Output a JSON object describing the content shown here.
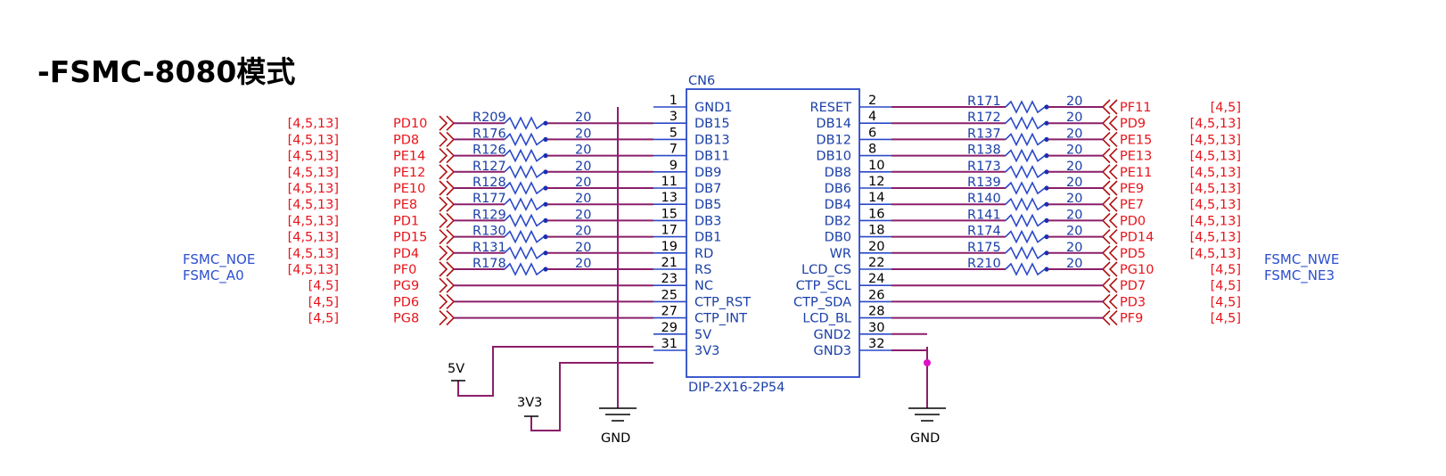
{
  "title": "-FSMC-8080模式",
  "connector": {
    "ref": "CN6",
    "footprint": "DIP-2X16-2P54",
    "left_pins": [
      {
        "num": "1",
        "name": "GND1"
      },
      {
        "num": "3",
        "name": "DB15"
      },
      {
        "num": "5",
        "name": "DB13"
      },
      {
        "num": "7",
        "name": "DB11"
      },
      {
        "num": "9",
        "name": "DB9"
      },
      {
        "num": "11",
        "name": "DB7"
      },
      {
        "num": "13",
        "name": "DB5"
      },
      {
        "num": "15",
        "name": "DB3"
      },
      {
        "num": "17",
        "name": "DB1"
      },
      {
        "num": "19",
        "name": "RD"
      },
      {
        "num": "21",
        "name": "RS"
      },
      {
        "num": "23",
        "name": "NC"
      },
      {
        "num": "25",
        "name": "CTP_RST"
      },
      {
        "num": "27",
        "name": "CTP_INT"
      },
      {
        "num": "29",
        "name": "5V"
      },
      {
        "num": "31",
        "name": "3V3"
      }
    ],
    "right_pins": [
      {
        "num": "2",
        "name": "RESET"
      },
      {
        "num": "4",
        "name": "DB14"
      },
      {
        "num": "6",
        "name": "DB12"
      },
      {
        "num": "8",
        "name": "DB10"
      },
      {
        "num": "10",
        "name": "DB8"
      },
      {
        "num": "12",
        "name": "DB6"
      },
      {
        "num": "14",
        "name": "DB4"
      },
      {
        "num": "16",
        "name": "DB2"
      },
      {
        "num": "18",
        "name": "DB0"
      },
      {
        "num": "20",
        "name": "WR"
      },
      {
        "num": "22",
        "name": "LCD_CS"
      },
      {
        "num": "24",
        "name": "CTP_SCL"
      },
      {
        "num": "26",
        "name": "CTP_SDA"
      },
      {
        "num": "28",
        "name": "LCD_BL"
      },
      {
        "num": "30",
        "name": "GND2"
      },
      {
        "num": "32",
        "name": "GND3"
      }
    ]
  },
  "left_nets": [
    {
      "net": "PD10",
      "ref": "[4,5,13]",
      "res": "R209",
      "val": "20"
    },
    {
      "net": "PD8",
      "ref": "[4,5,13]",
      "res": "R176",
      "val": "20"
    },
    {
      "net": "PE14",
      "ref": "[4,5,13]",
      "res": "R126",
      "val": "20"
    },
    {
      "net": "PE12",
      "ref": "[4,5,13]",
      "res": "R127",
      "val": "20"
    },
    {
      "net": "PE10",
      "ref": "[4,5,13]",
      "res": "R128",
      "val": "20"
    },
    {
      "net": "PE8",
      "ref": "[4,5,13]",
      "res": "R177",
      "val": "20"
    },
    {
      "net": "PD1",
      "ref": "[4,5,13]",
      "res": "R129",
      "val": "20"
    },
    {
      "net": "PD15",
      "ref": "[4,5,13]",
      "res": "R130",
      "val": "20"
    },
    {
      "net": "PD4",
      "ref": "[4,5,13]",
      "res": "R131",
      "val": "20"
    },
    {
      "net": "PF0",
      "ref": "[4,5,13]",
      "res": "R178",
      "val": "20"
    },
    {
      "net": "PG9",
      "ref": "[4,5]",
      "res": "",
      "val": ""
    },
    {
      "net": "PD6",
      "ref": "[4,5]",
      "res": "",
      "val": ""
    },
    {
      "net": "PG8",
      "ref": "[4,5]",
      "res": "",
      "val": ""
    }
  ],
  "right_nets": [
    {
      "net": "PF11",
      "ref": "[4,5]",
      "res": "R171",
      "val": "20"
    },
    {
      "net": "PD9",
      "ref": "[4,5,13]",
      "res": "R172",
      "val": "20"
    },
    {
      "net": "PE15",
      "ref": "[4,5,13]",
      "res": "R137",
      "val": "20"
    },
    {
      "net": "PE13",
      "ref": "[4,5,13]",
      "res": "R138",
      "val": "20"
    },
    {
      "net": "PE11",
      "ref": "[4,5,13]",
      "res": "R173",
      "val": "20"
    },
    {
      "net": "PE9",
      "ref": "[4,5,13]",
      "res": "R139",
      "val": "20"
    },
    {
      "net": "PE7",
      "ref": "[4,5,13]",
      "res": "R140",
      "val": "20"
    },
    {
      "net": "PD0",
      "ref": "[4,5,13]",
      "res": "R141",
      "val": "20"
    },
    {
      "net": "PD14",
      "ref": "[4,5,13]",
      "res": "R174",
      "val": "20"
    },
    {
      "net": "PD5",
      "ref": "[4,5,13]",
      "res": "R175",
      "val": "20"
    },
    {
      "net": "PG10",
      "ref": "[4,5]",
      "res": "R210",
      "val": "20"
    },
    {
      "net": "PD7",
      "ref": "[4,5]",
      "res": "",
      "val": ""
    },
    {
      "net": "PD3",
      "ref": "[4,5]",
      "res": "",
      "val": ""
    },
    {
      "net": "PF9",
      "ref": "[4,5]",
      "res": "",
      "val": ""
    }
  ],
  "fsmc_left": [
    "FSMC_NOE",
    "FSMC_A0"
  ],
  "fsmc_right": [
    "FSMC_NWE",
    "FSMC_NE3"
  ],
  "power": {
    "v5": "5V",
    "v33": "3V3",
    "gnd_left": "GND",
    "gnd_right": "GND"
  }
}
